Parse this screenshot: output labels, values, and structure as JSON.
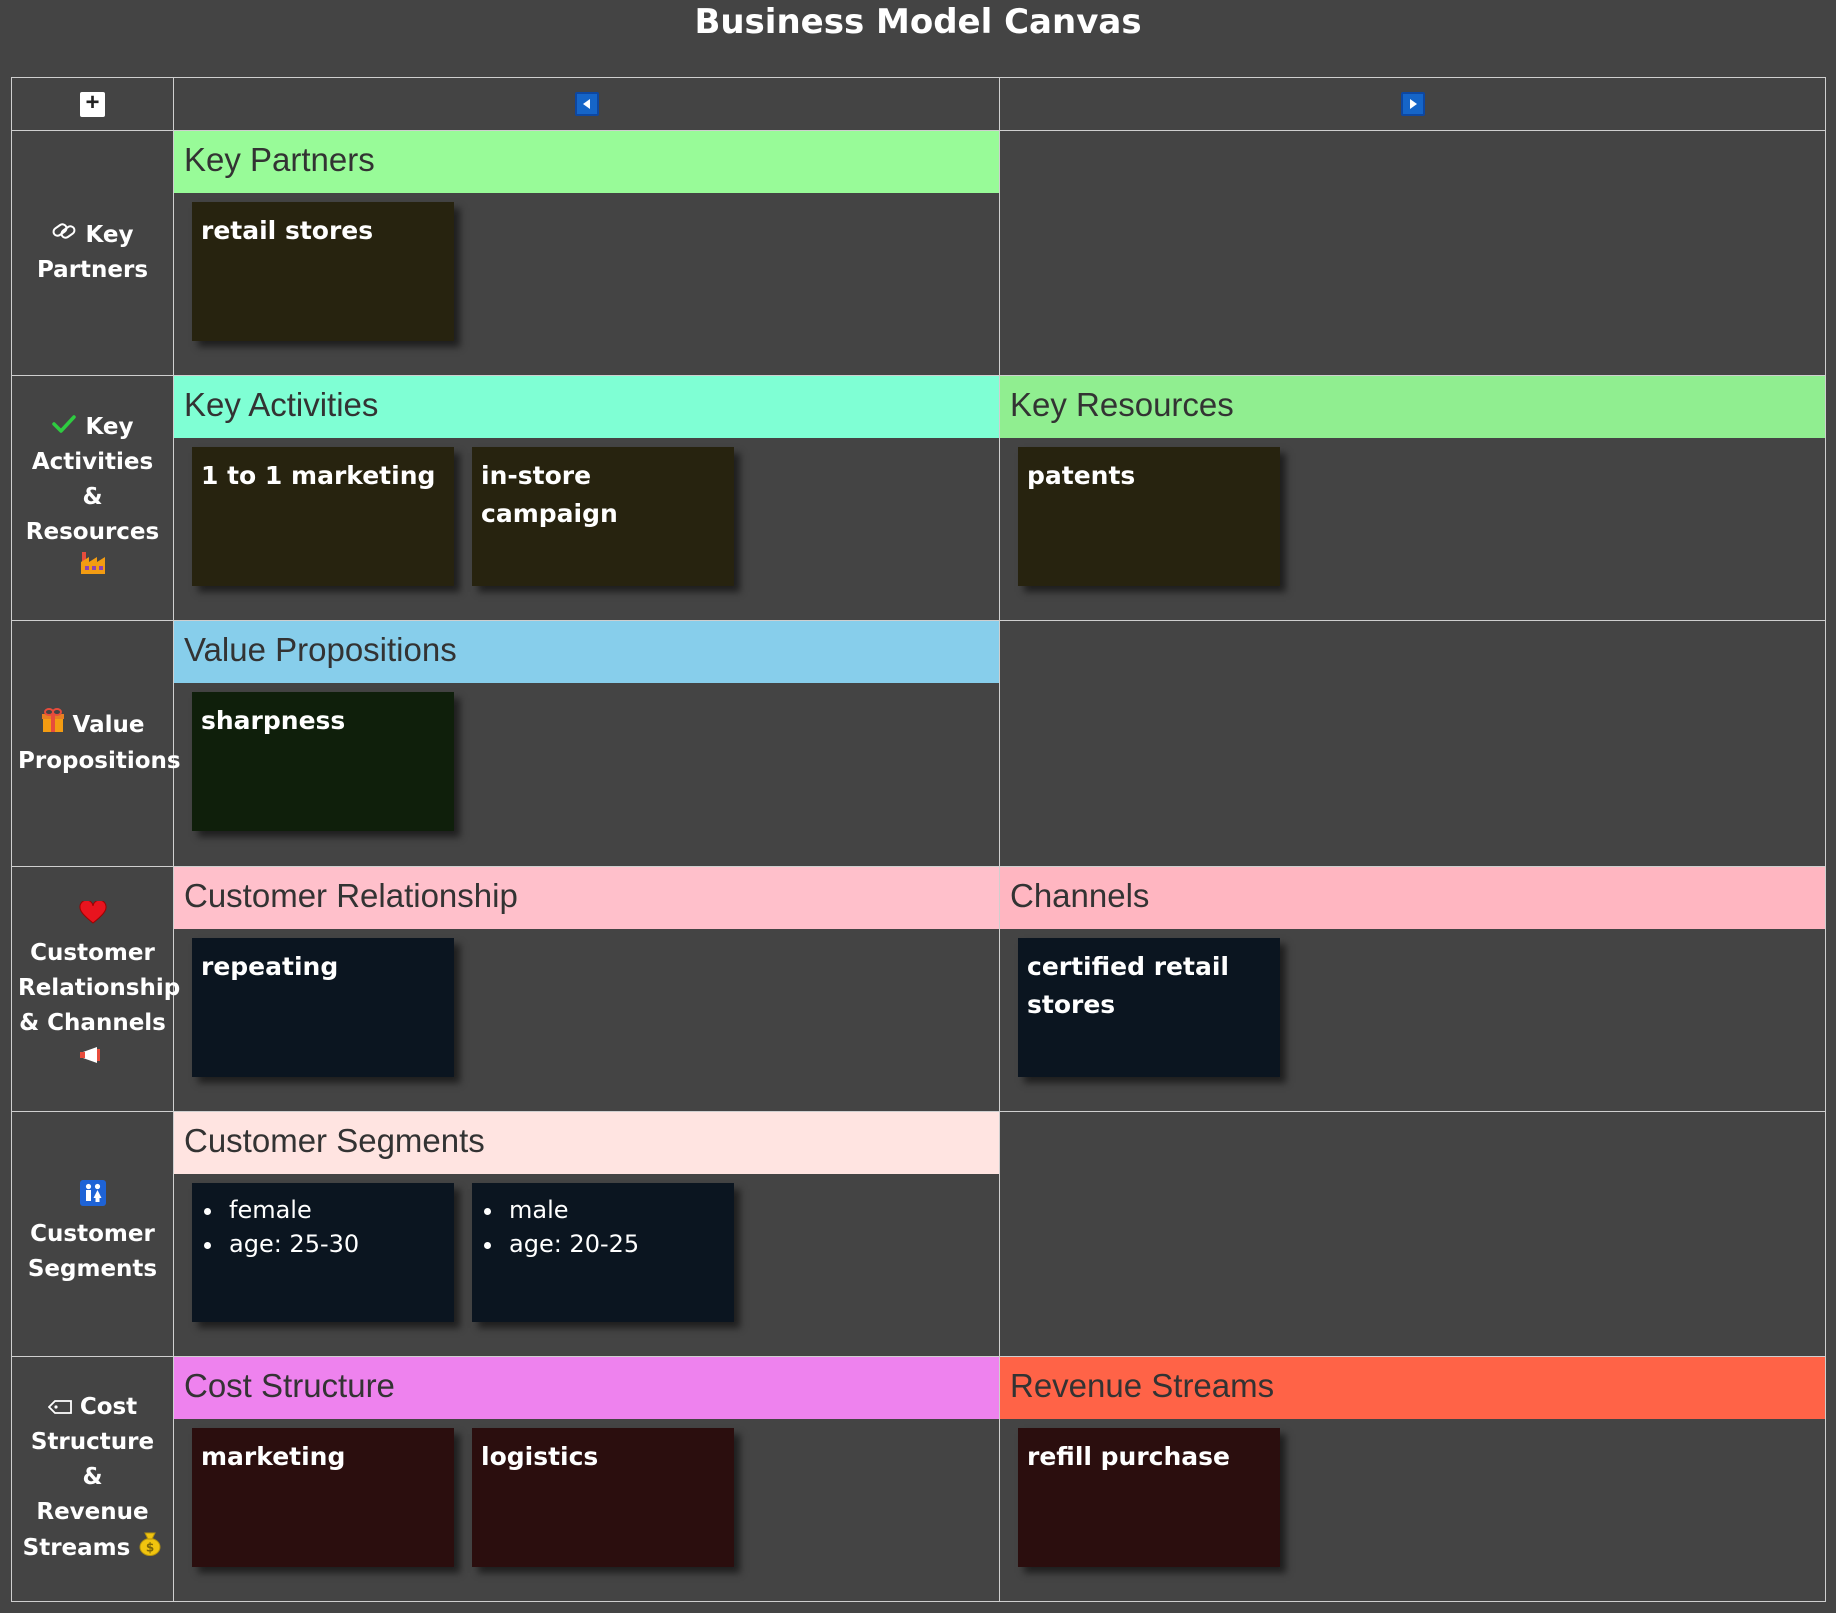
{
  "title": "Business Model Canvas",
  "nav": {
    "add_icon": "plus-square-icon",
    "prev_icon": "arrow-left-icon",
    "next_icon": "arrow-right-icon",
    "add_symbol": "+"
  },
  "rows": {
    "partners": {
      "label_1": "Key",
      "label_2": "Partners",
      "icon": "paperclip-icon",
      "left": {
        "header": "Key Partners",
        "color": "#98fb98",
        "card_bg": "#27230f",
        "cards": [
          "retail stores"
        ]
      }
    },
    "activities": {
      "label_1": "Key",
      "label_2": "Activities &",
      "label_3": "Resources",
      "icon_top": "checkmark-icon",
      "icon_bottom": "factory-icon",
      "left": {
        "header": "Key Activities",
        "color": "#7fffd4",
        "card_bg": "#27230f",
        "cards": [
          "1 to 1 marketing",
          "in-store campaign"
        ]
      },
      "right": {
        "header": "Key Resources",
        "color": "#90ee90",
        "card_bg": "#27230f",
        "cards": [
          "patents"
        ]
      }
    },
    "value": {
      "label_1": "Value",
      "label_2": "Propositions",
      "icon": "gift-icon",
      "left": {
        "header": "Value Propositions",
        "color": "#87ceeb",
        "card_bg": "#0f1f0b",
        "cards": [
          "sharpness"
        ]
      }
    },
    "relationship": {
      "label_1": "Customer",
      "label_2": "Relationship",
      "label_3": "& Channels",
      "icon_top": "heart-icon",
      "icon_bottom": "megaphone-icon",
      "left": {
        "header": "Customer Relationship",
        "color": "#ffc0cb",
        "card_bg": "#0b1520",
        "cards": [
          "repeating"
        ]
      },
      "right": {
        "header": "Channels",
        "color": "#ffb6c1",
        "card_bg": "#0b1520",
        "cards": [
          "certified retail stores"
        ]
      }
    },
    "segments": {
      "label_1": "Customer",
      "label_2": "Segments",
      "icon": "people-icon",
      "left": {
        "header": "Customer Segments",
        "color": "#ffe4e1",
        "card_bg": "#0b1520",
        "cards": [
          [
            "female",
            "age: 25-30"
          ],
          [
            "male",
            "age: 20-25"
          ]
        ]
      }
    },
    "costs": {
      "label_1": "Cost",
      "label_2": "Structure &",
      "label_3": "Revenue",
      "label_4": "Streams",
      "icon_top": "price-tag-icon",
      "icon_bottom": "money-bag-icon",
      "left": {
        "header": "Cost Structure",
        "color": "#ee82ee",
        "card_bg": "#2b0e0e",
        "cards": [
          "marketing",
          "logistics"
        ]
      },
      "right": {
        "header": "Revenue Streams",
        "color": "#ff6347",
        "card_bg": "#2b0e0e",
        "cards": [
          "refill purchase"
        ]
      }
    }
  }
}
